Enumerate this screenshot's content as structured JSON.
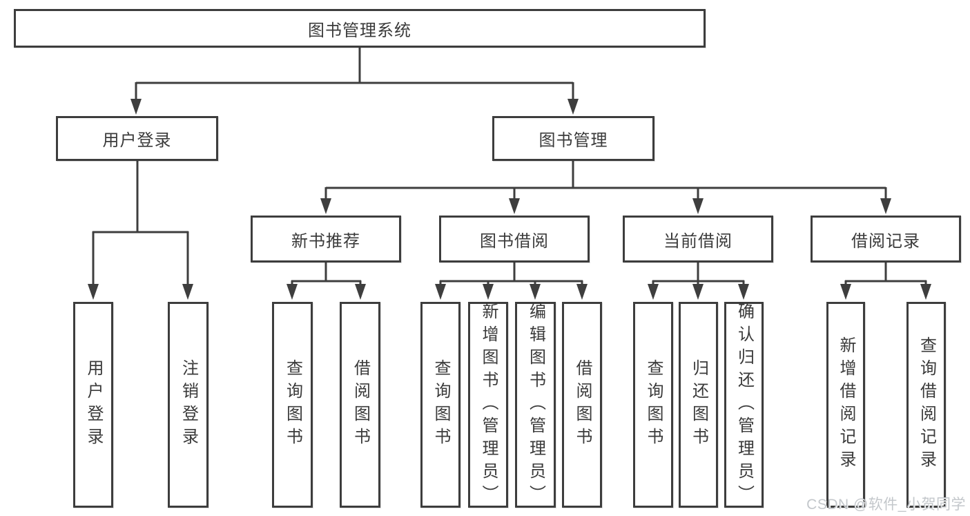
{
  "tree": {
    "label": "图书管理系统",
    "children": [
      {
        "label": "用户登录",
        "children": [
          {
            "label": "用户登录"
          },
          {
            "label": "注销登录"
          }
        ]
      },
      {
        "label": "图书管理",
        "children": [
          {
            "label": "新书推荐",
            "children": [
              {
                "label": "查询图书"
              },
              {
                "label": "借阅图书"
              }
            ]
          },
          {
            "label": "图书借阅",
            "children": [
              {
                "label": "查询图书"
              },
              {
                "label": "新增图书（管理员）"
              },
              {
                "label": "编辑图书（管理员）"
              },
              {
                "label": "借阅图书"
              }
            ]
          },
          {
            "label": "当前借阅",
            "children": [
              {
                "label": "查询图书"
              },
              {
                "label": "归还图书"
              },
              {
                "label": "确认归还（管理员）"
              }
            ]
          },
          {
            "label": "借阅记录",
            "children": [
              {
                "label": "新增借阅记录"
              },
              {
                "label": "查询借阅记录"
              }
            ]
          }
        ]
      }
    ]
  },
  "watermark": "CSDN @软件_小贺同学",
  "colors": {
    "line": "#3e3e3e",
    "border": "#3d3d3d",
    "text": "#3a3a3a",
    "background": "#ffffff",
    "watermark": "#c3c7cb"
  }
}
